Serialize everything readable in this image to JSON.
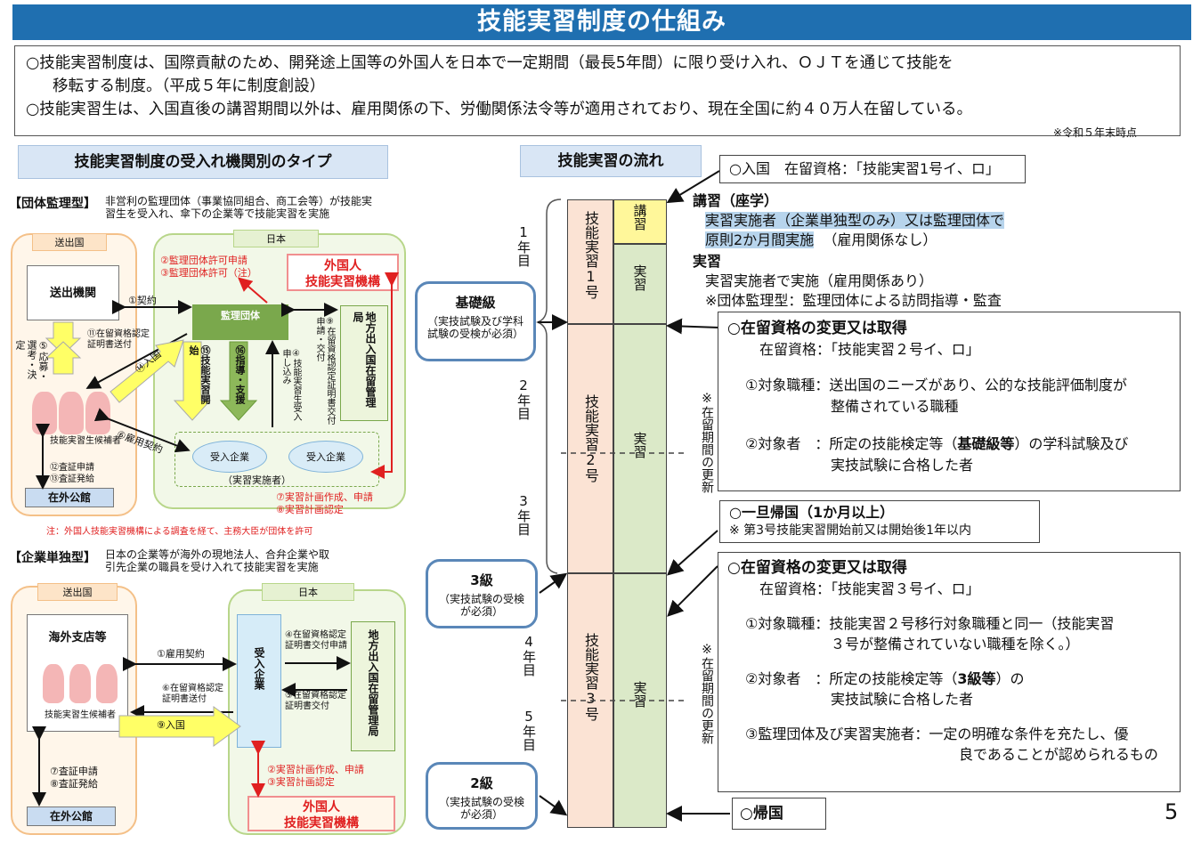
{
  "page_title": "技能実習制度の仕組み",
  "intro": {
    "line1": "○技能実習制度は、国際貢献のため、開発途上国等の外国人を日本で一定期間（最長5年間）に限り受け入れ、ＯＪＴを通じて技能を",
    "line2": "移転する制度。（平成５年に制度創設）",
    "line3": "○技能実習生は、入国直後の講習期間以外は、雇用関係の下、労働関係法令等が適用されており、現在全国に約４０万人在留している。",
    "note": "※令和５年末時点"
  },
  "left": {
    "heading": "技能実習制度の受入れ機関別のタイプ",
    "dantai": {
      "label": "【団体監理型】",
      "desc1": "非営利の監理団体（事業協同組合、商工会等）が技能実",
      "desc2": "習生を受入れ、傘下の企業等で技能実習を実施",
      "sending_country": "送出国",
      "japan": "日本",
      "sending_org": "送出機関",
      "supervising_org": "監理団体",
      "otit1": "外国人",
      "otit2": "技能実習機構",
      "immigration": "地方出入国在留管理局",
      "trainees": "技能実習生候補者",
      "embassy": "在外公館",
      "company_a": "受入企業",
      "company_b": "受入企業",
      "implementer": "（実習実施者）",
      "s1": "①契約",
      "s2": "②監理団体許可申請",
      "s3": "③監理団体許可（注）",
      "s4": "④技能実習生受入申し込み",
      "s5": "⑤応募・選考・決定",
      "s6": "⑥雇用契約",
      "s7": "⑦実習計画作成、申請",
      "s8": "⑧実習計画認定",
      "s9": "⑨在留資格認定証明書交付申請・交付",
      "s11": "⑪在留資格認定証明書送付",
      "s12": "⑫査証申請",
      "s13": "⑬査証発給",
      "s14": "⑭入国",
      "s15": "⑮技能実習開始",
      "s16": "⑯指導・支援",
      "footnote": "注：外国人技能実習機構による調査を経て、主務大臣が団体を許可"
    },
    "kigyou": {
      "label": "【企業単独型】",
      "desc1": "日本の企業等が海外の現地法人、合弁企業や取",
      "desc2": "引先企業の職員を受け入れて技能実習を実施",
      "sending_country": "送出国",
      "japan": "日本",
      "branch": "海外支店等",
      "trainees": "技能実習生候補者",
      "embassy": "在外公館",
      "company": "受入企業",
      "immigration": "地方出入国在留管理局",
      "otit1": "外国人",
      "otit2": "技能実習機構",
      "s1": "①雇用契約",
      "s4": "④在留資格認定証明書交付申請",
      "s5": "⑤在留資格認定証明書交付",
      "s6": "⑥在留資格認定証明書送付",
      "s7": "⑦査証申請",
      "s8": "⑧査証発給",
      "s9": "⑨入国",
      "s2": "②実習計画作成、申請",
      "s3": "③実習計画認定"
    }
  },
  "flow": {
    "heading": "技能実習の流れ",
    "year1": "1年目",
    "year2": "2年目",
    "year3": "3年目",
    "year4": "4年目",
    "year5": "5年目",
    "stage1": "技能実習1号",
    "stage2": "技能実習2号",
    "stage3": "技能実習3号",
    "lecture": "講習",
    "practice1": "実習",
    "practice2": "実習",
    "practice3": "実習",
    "renewal1": "※在留期間の更新",
    "renewal2": "※在留期間の更新",
    "grade_basic": "基礎級",
    "grade_basic_note": "（実技試験及び学科試験の受検が必須）",
    "grade_3": "3級",
    "grade_3_note": "（実技試験の受検が必須）",
    "grade_2": "2級",
    "grade_2_note": "（実技試験の受検が必須）",
    "entry_box": "○入国　在留資格：「技能実習1号イ、ロ」",
    "lecture_head": "講習（座学）",
    "lecture_l1": "実習実施者（企業単独型のみ）又は監理団体で",
    "lecture_l2": "原則2か月間実施",
    "lecture_l2b": "（雇用関係なし）",
    "practice_head": "実習",
    "practice_l1": "実習実施者で実施（雇用関係あり）",
    "practice_l2": "※団体監理型：監理団体による訪問指導・監査",
    "change2_head": "○在留資格の変更又は取得",
    "change2_status": "在留資格：「技能実習２号イ、ロ」",
    "change2_job1": "①対象職種：送出国のニーズがあり、公的な技能評価制度が",
    "change2_job2": "整備されている職種",
    "change2_person1a": "②対象者　：所定の技能検定等（",
    "change2_person1b": "基礎級等",
    "change2_person1c": "）の学科試験及び",
    "change2_person2": "実技試験に合格した者",
    "return_head": "○一旦帰国（1か月以上）",
    "return_note": "※ 第3号技能実習開始前又は開始後1年以内",
    "change3_head": "○在留資格の変更又は取得",
    "change3_status": "在留資格：「技能実習３号イ、ロ」",
    "change3_job1": "①対象職種：技能実習２号移行対象職種と同一（技能実習",
    "change3_job2": "３号が整備されていない職種を除く。）",
    "change3_person1a": "②対象者　：所定の技能検定等（",
    "change3_person1b": "3級等",
    "change3_person1c": "）の",
    "change3_person2": "実技試験に合格した者",
    "change3_org1": "③監理団体及び実習実施者：一定の明確な条件を充たし、優",
    "change3_org2": "良であることが認められるもの",
    "final_return": "○帰国"
  },
  "page_number": "5",
  "colors": {
    "title_bg": "#1f6fb0",
    "stage_col": "#fbe3d4",
    "practice_col": "#dbe9c8",
    "lecture_col": "#fff79a",
    "grade_border": "#5a87b8",
    "red": "#e02020"
  }
}
